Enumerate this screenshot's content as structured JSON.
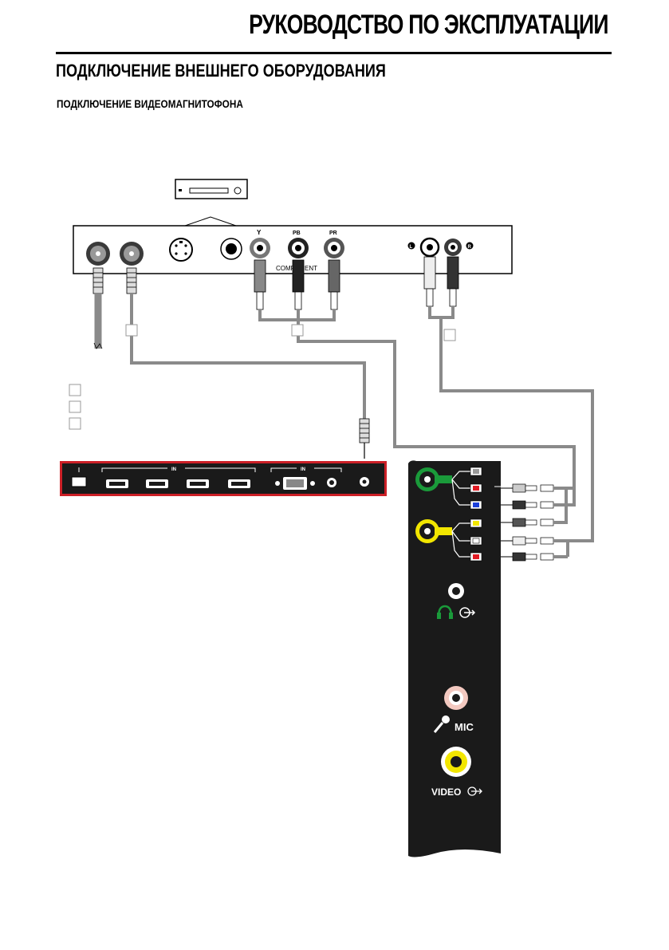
{
  "header": {
    "main_title": "РУКОВОДСТВО ПО ЭКСПЛУАТАЦИИ",
    "section_title": "ПОДКЛЮЧЕНИЕ ВНЕШНЕГО ОБОРУДОВАНИЯ",
    "sub_title": "ПОДКЛЮЧЕНИЕ ВИДЕОМАГНИТОФОНА"
  },
  "vcr_panel": {
    "labels": {
      "y": "Y",
      "pb": "PB",
      "pr": "PR",
      "component": "COMPONENT",
      "left": "L",
      "right": "R"
    }
  },
  "tv_rear_panel": {
    "group_label_hdmi": "IN",
    "group_label_vga": "IN"
  },
  "tv_side_panel": {
    "mic_label": "MIC",
    "video_label": "VIDEO"
  },
  "colors": {
    "cable": "#8a8a8a",
    "panel_red": "#cc2027",
    "av_green": "#1a9a3a",
    "av_yellow": "#f2e600",
    "mic_pink": "#f3c9c0",
    "jack_red": "#e01b24",
    "jack_blue": "#1b3fd8"
  }
}
